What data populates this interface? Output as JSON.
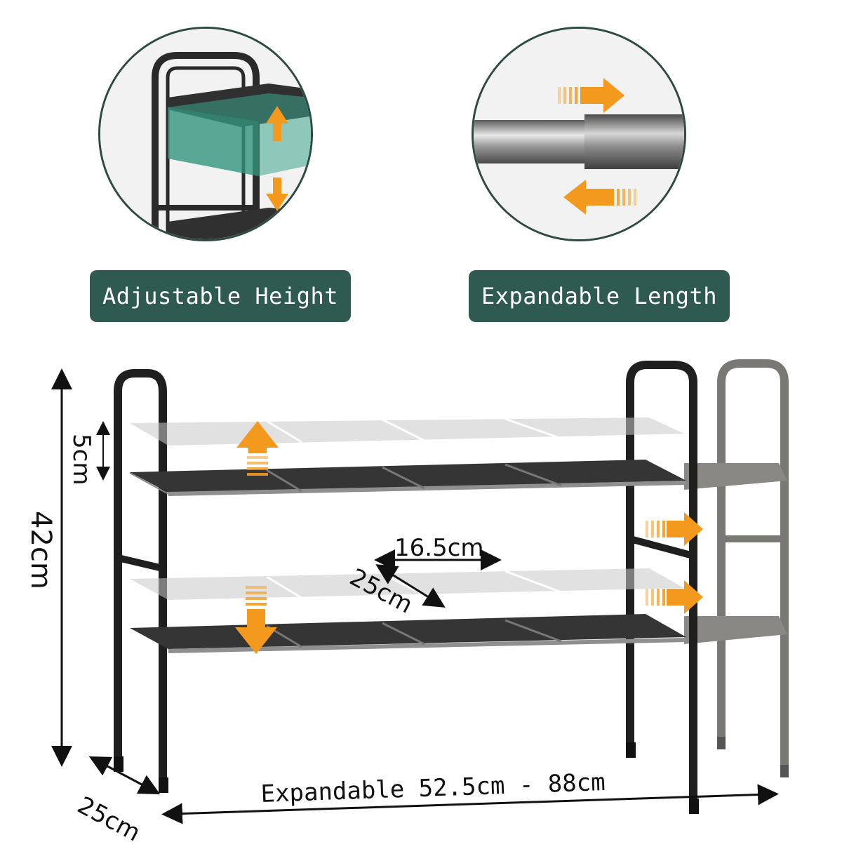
{
  "features": {
    "left_label": "Adjustable Height",
    "right_label": "Expandable Length"
  },
  "dimensions": {
    "gap_label": "5cm",
    "height_label": "42cm",
    "panel_width_label": "16.5cm",
    "panel_depth_label": "25cm",
    "depth_label": "25cm",
    "length_label": "Expandable 52.5cm - 88cm"
  },
  "colors": {
    "accent": "#f39a1e",
    "badge": "#2f5a52",
    "frame": "#1f1f1f",
    "frame_extension": "#7a7874"
  }
}
